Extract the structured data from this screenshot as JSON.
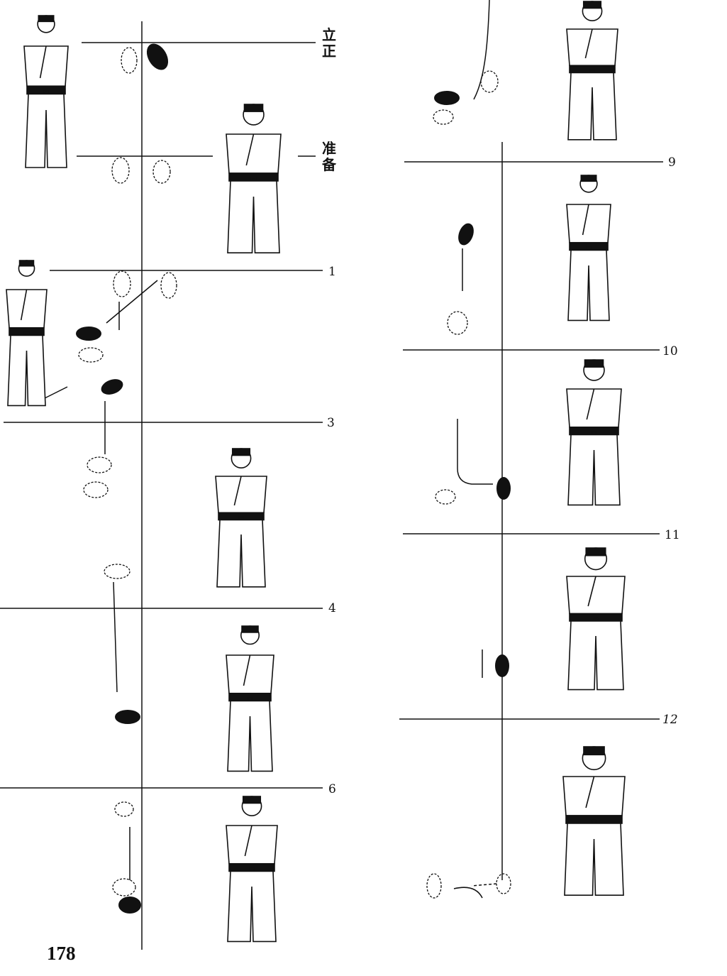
{
  "stance_labels": {
    "attention": {
      "line1": "立",
      "line2": "正"
    },
    "ready": {
      "line1": "准",
      "line2": "备"
    }
  },
  "step_numbers": [
    "1",
    "3",
    "4",
    "6",
    "9",
    "10",
    "11",
    "12"
  ],
  "page_number": "178"
}
